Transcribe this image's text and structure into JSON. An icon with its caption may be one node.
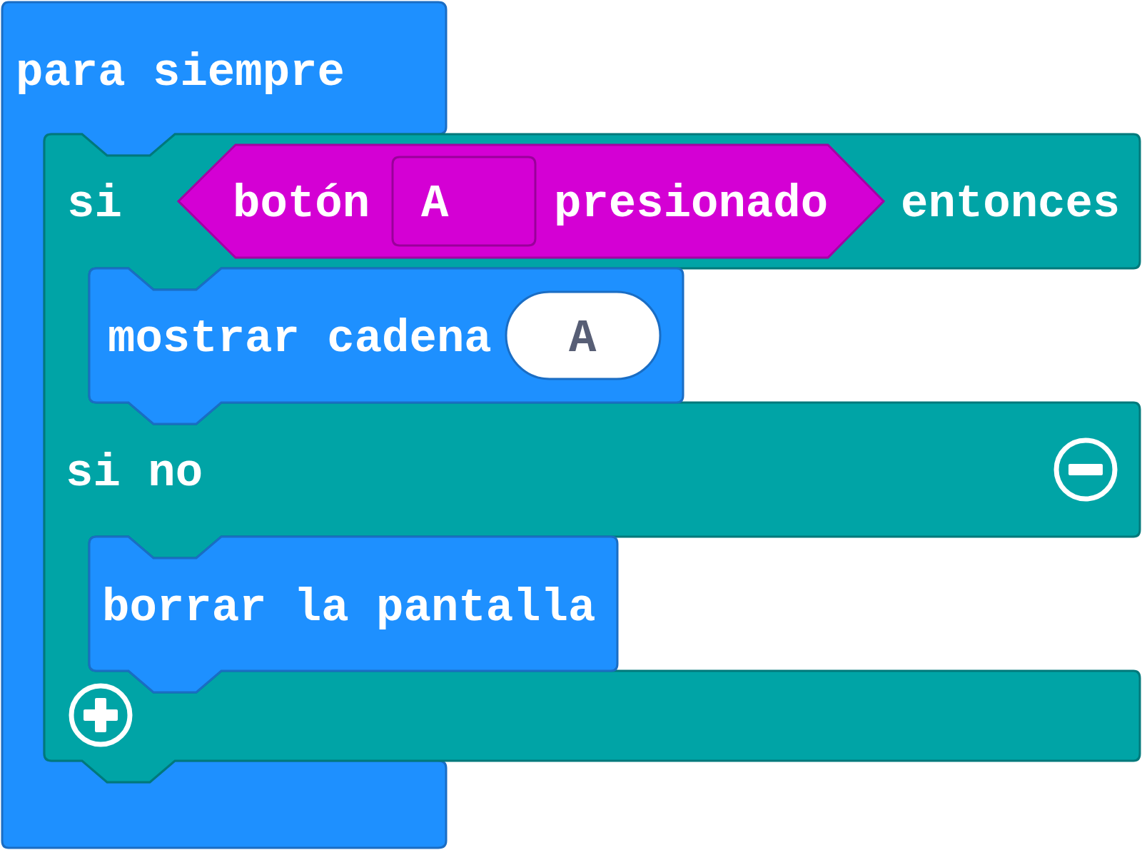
{
  "diagram": {
    "nodes": [
      {
        "text": [
          "para siempre"
        ]
      },
      {
        "text": [
          "si",
          "entonces",
          "si no"
        ]
      },
      {
        "text": [
          "botón",
          "presionado"
        ],
        "in": 1
      },
      {
        "text": [
          "A"
        ],
        "in": 2
      },
      {
        "text": [
          "mostrar cadena"
        ],
        "in": 1
      },
      {
        "text": [
          "A"
        ],
        "in": 4
      },
      {
        "text": [
          "borrar la pantalla"
        ],
        "in": 1
      }
    ]
  }
}
